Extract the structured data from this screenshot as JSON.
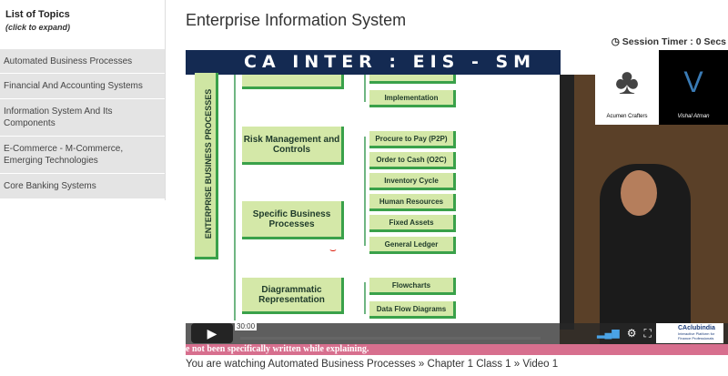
{
  "sidebar": {
    "title": "List of Topics",
    "subtitle": "(click to expand)",
    "items": [
      {
        "label": "Automated Business Processes"
      },
      {
        "label": "Financial And Accounting Systems"
      },
      {
        "label": "Information System And Its Components"
      },
      {
        "label": "E-Commerce - M-Commerce, Emerging Technologies"
      },
      {
        "label": "Core Banking Systems"
      }
    ]
  },
  "page": {
    "title": "Enterprise Information System",
    "timer": "Session Timer : 0 Secs"
  },
  "video": {
    "banner": "CA INTER : EIS - SM",
    "vertical_label": "ENTERPRISE BUSINESS PROCESSES",
    "left_boxes": [
      "Risk Management and Controls",
      "Specific Business Processes",
      "Diagrammatic Representation"
    ],
    "right_boxes": [
      "Implementation",
      "Procure to Pay (P2P)",
      "Order to Cash (O2C)",
      "Inventory Cycle",
      "Human Resources",
      "Fixed Assets",
      "General Ledger",
      "Flowcharts",
      "Data Flow Diagrams"
    ],
    "logo1": "Acumen Crafters",
    "logo2": "Vishal Atman",
    "time_tooltip": "30:00",
    "subtitle": "e not been specifically written while explaining.",
    "brand": "CAclubindia",
    "brand_tag": "Interactive Platform for Finance Professionals"
  },
  "caption": "You are watching Automated Business Processes » Chapter 1 Class 1 » Video 1"
}
